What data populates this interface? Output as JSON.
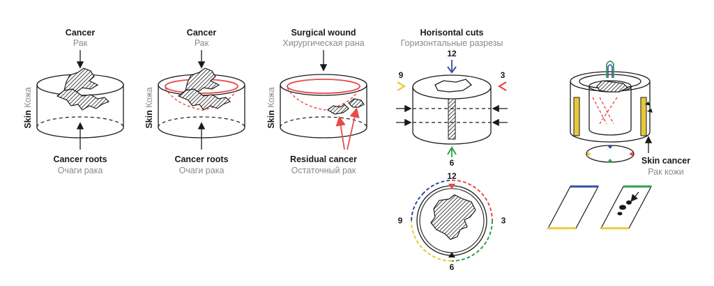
{
  "panels": [
    {
      "top_en": "Cancer",
      "top_ru": "Рак",
      "side_en": "Skin",
      "side_ru": "Кожа",
      "bottom_en": "Cancer roots",
      "bottom_ru": "Очаги рака"
    },
    {
      "top_en": "Cancer",
      "top_ru": "Рак",
      "side_en": "Skin",
      "side_ru": "Кожа",
      "bottom_en": "Cancer roots",
      "bottom_ru": "Очаги рака"
    },
    {
      "top_en": "Surgical wound",
      "top_ru": "Хирургическая рана",
      "side_en": "Skin",
      "side_ru": "Кожа",
      "bottom_en": "Residual cancer",
      "bottom_ru": "Остаточный рак"
    },
    {
      "top_en": "Horisontal cuts",
      "top_ru": "Горизонтальные разрезы"
    },
    {
      "bottom_en": "Skin cancer",
      "bottom_ru": "Рак кожи"
    }
  ],
  "clock_labels": {
    "twelve": "12",
    "three": "3",
    "six": "6",
    "nine": "9"
  },
  "colors": {
    "blue": "#2f4f9e",
    "red": "#e84a4a",
    "green": "#2f9e4f",
    "yellow": "#e8c93a",
    "ink": "#1a1a1a",
    "grey_text": "#8a8a8a"
  }
}
